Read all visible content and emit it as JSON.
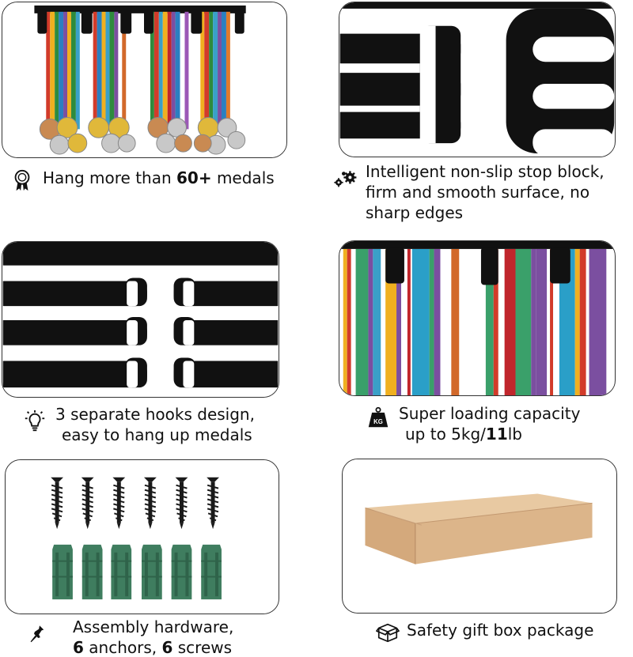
{
  "features": [
    {
      "id": "medals",
      "icon": "medal-icon",
      "line1_pre": "Hang more than ",
      "line1_bold": "60+",
      "line1_post": " medals"
    },
    {
      "id": "stop-block",
      "icon": "gears-icon",
      "lines": [
        "Intelligent non-slip stop block,",
        "firm and smooth surface, no",
        "sharp edges"
      ]
    },
    {
      "id": "hooks",
      "icon": "lightbulb-icon",
      "lines": [
        "3 separate hooks design,",
        "easy to hang up medals"
      ]
    },
    {
      "id": "capacity",
      "icon": "weight-icon",
      "icon_label": "KG",
      "line1": "Super loading capacity",
      "line2_pre": "up to 5kg/",
      "line2_bold": "11",
      "line2_post": "lb"
    },
    {
      "id": "hardware",
      "icon": "pushpin-icon",
      "line1": "Assembly hardware,",
      "line2_bold_a": "6",
      "line2_mid": " anchors, ",
      "line2_bold_b": "6",
      "line2_post": " screws"
    },
    {
      "id": "package",
      "icon": "box-icon",
      "line1": "Safety gift box package"
    }
  ]
}
